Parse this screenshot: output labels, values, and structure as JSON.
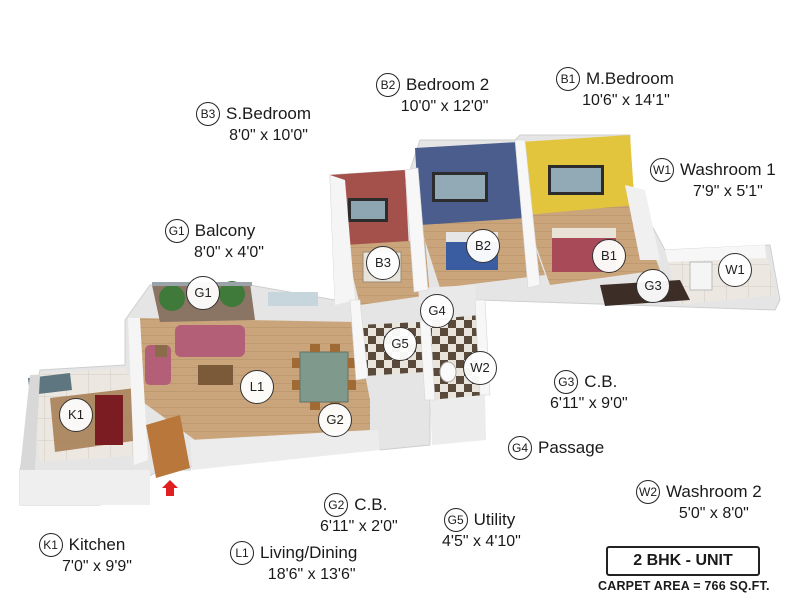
{
  "rooms": {
    "b3": {
      "code": "B3",
      "name": "S.Bedroom",
      "dims": "8'0\" x 10'0\""
    },
    "b2": {
      "code": "B2",
      "name": "Bedroom 2",
      "dims": "10'0\" x 12'0\""
    },
    "b1": {
      "code": "B1",
      "name": "M.Bedroom",
      "dims": "10'6\" x 14'1\""
    },
    "w1": {
      "code": "W1",
      "name": "Washroom 1",
      "dims": "7'9\" x 5'1\""
    },
    "g1": {
      "code": "G1",
      "name": "Balcony",
      "dims": "8'0\" x 4'0\""
    },
    "g3": {
      "code": "G3",
      "name": "C.B.",
      "dims": "6'11\" x 9'0\""
    },
    "g4": {
      "code": "G4",
      "name": "Passage"
    },
    "w2": {
      "code": "W2",
      "name": "Washroom 2",
      "dims": "5'0\" x 8'0\""
    },
    "g2": {
      "code": "G2",
      "name": "C.B.",
      "dims": "6'11\" x 2'0\""
    },
    "g5": {
      "code": "G5",
      "name": "Utility",
      "dims": "4'5\" x 4'10\""
    },
    "k1": {
      "code": "K1",
      "name": "Kitchen",
      "dims": "7'0\" x 9'9\""
    },
    "l1": {
      "code": "L1",
      "name": "Living/Dining",
      "dims": "18'6\" x 13'6\""
    }
  },
  "unit_type": "2 BHK - UNIT",
  "carpet_area": "CARPET AREA = 766 SQ.FT.",
  "colors": {
    "wall_top": "#f4f4f4",
    "wall_side": "#d9d9d9",
    "floor_wood": "#c9a57c",
    "floor_tile": "#e6e1d8",
    "s_bedroom_wall": "#a4514b",
    "bedroom2_wall": "#4a5d8c",
    "m_bedroom_wall": "#e3c53d",
    "entry_arrow": "#e02020"
  }
}
